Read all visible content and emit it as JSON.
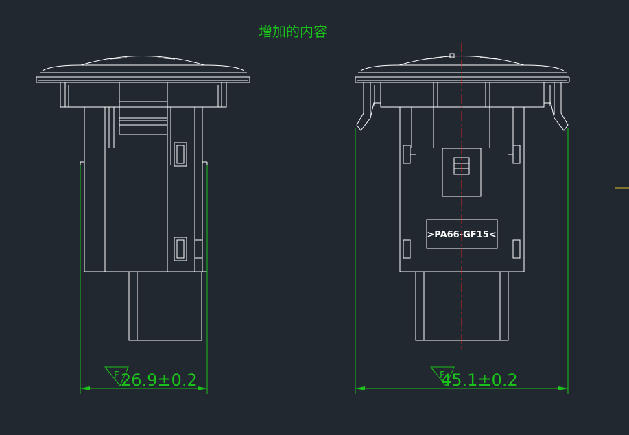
{
  "drawing": {
    "title": "增加的内容",
    "material_label": ">PA66-GF15<",
    "left_view": {
      "dimension": "26.9±0.2",
      "tolerance_symbol": "F"
    },
    "right_view": {
      "dimension": "45.1±0.2",
      "tolerance_symbol": "F"
    }
  },
  "colors": {
    "background": "#212830",
    "outline": "#ffffff",
    "dimension": "#19c119",
    "centerline": "#d02020"
  }
}
